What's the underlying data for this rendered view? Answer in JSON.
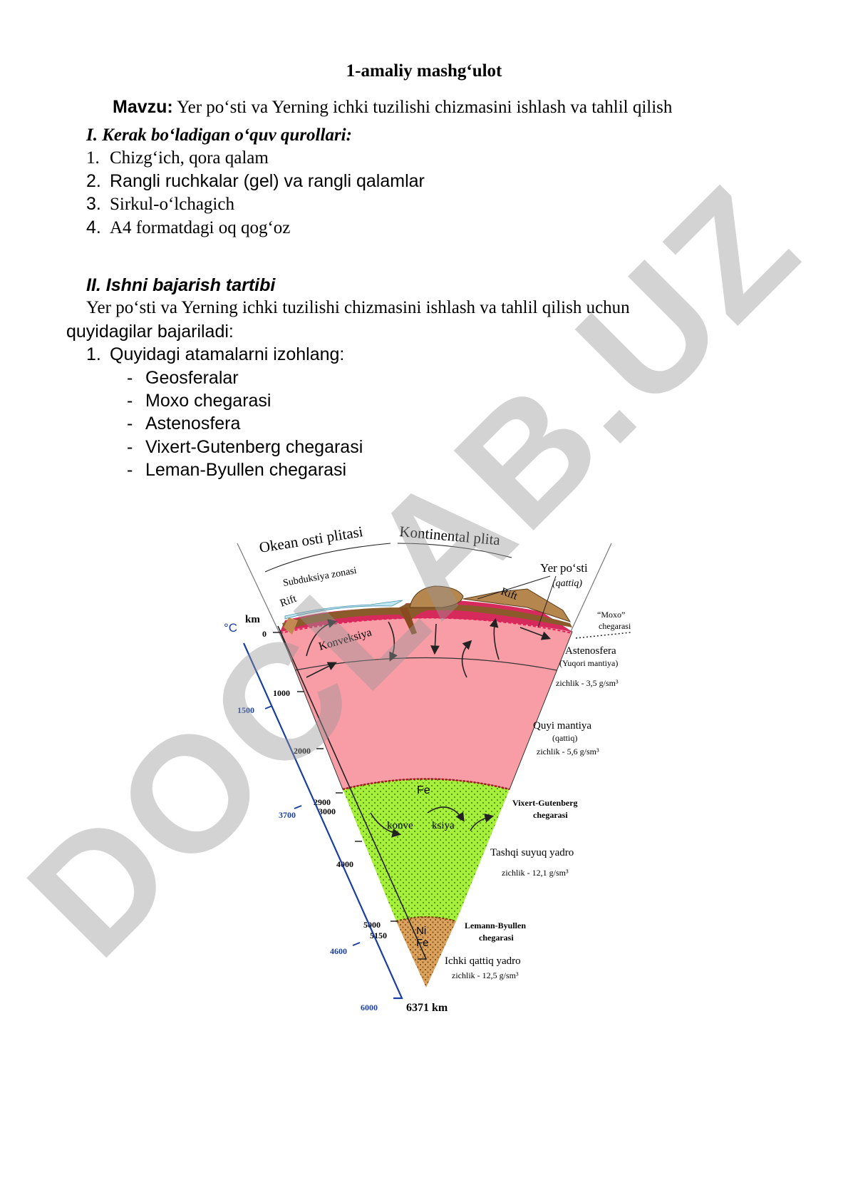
{
  "header": {
    "title": "1-amaliy mashg‘ulot"
  },
  "topic": {
    "label": "Mavzu:",
    "text": "Yer po‘sti va Yerning ichki  tuzilishi chizmasini ishlash va tahlil qilish"
  },
  "section1": {
    "heading": "I.   Kerak bo‘ladigan o‘quv qurollari:",
    "items": [
      "Chizg‘ich, qora qalam",
      "Rangli ruchkalar (gel) va rangli qalamlar",
      "Sirkul-o‘lchagich",
      "A4 formatdagi oq qog‘oz"
    ]
  },
  "section2": {
    "heading": "II. Ishni bajarish tartibi",
    "intro_line1": "Yer po‘sti va Yerning ichki  tuzilishi chizmasini ishlash va tahlil qilish  uchun",
    "intro_line2": "quyidagilar bajariladi:",
    "task1": "Quyidagi atamalarni izohlang:",
    "terms": [
      "Geosferalar",
      "Moxo chegarasi",
      "Astenosfera",
      "Vixert-Gutenberg chegarasi",
      "Leman-Byullen chegarasi"
    ]
  },
  "diagram": {
    "okean": "Okean osti plitasi",
    "kontinental": "Kontinental plita",
    "subduksiya": "Subduksiya zonasi",
    "rift_left": "Rift",
    "rift_right": "Rift",
    "yer_posti": "Yer po‘sti",
    "qattiq_italic": "(qattiq)",
    "moxo_1": "“Moxo”",
    "moxo_2": "chegarasi",
    "astenosfera": "Astenosfera",
    "yuqori_mantiya": "(Yuqori mantiya)",
    "zichlik_35": "zichlik - 3,5 g/sm³",
    "quyi_mantiya": "Quyi mantiya",
    "qattiq": "(qattiq)",
    "zichlik_56": "zichlik - 5,6 g/sm³",
    "vixert_1": "Vixert-Gutenberg",
    "vixert_2": "chegarasi",
    "tashqi": "Tashqi suyuq yadro",
    "zichlik_121": "zichlik - 12,1 g/sm³",
    "lemann_1": "Lemann-Byullen",
    "lemann_2": "chegarasi",
    "ichki": "Ichki qattiq yadro",
    "zichlik_125": "zichlik - 12,5 g/sm³",
    "konveksiya": "Konveksiya",
    "konve": "konve",
    "ksiya": "ksiya",
    "fe": "Fe",
    "ni": "Ni",
    "fe2": "Fe",
    "unit_c": "°C",
    "unit_km": "km",
    "km_0": "0",
    "km_1000": "1000",
    "km_2000": "2000",
    "km_2900": "2900",
    "km_3000": "3000",
    "km_4000": "4000",
    "km_5000": "5000",
    "km_5150": "5150",
    "km_6371": "6371 km",
    "t_1500": "1500",
    "t_3700": "3700",
    "t_4600": "4600",
    "t_6000": "6000"
  },
  "watermark": "DOCLAB.UZ",
  "colors": {
    "mantle": "#f89ca5",
    "outer_core": "#a6f03c",
    "inner_core": "#d9a35f",
    "crust": "#b5864d",
    "scale": "#1a3fa0",
    "moho": "#e0205a"
  }
}
